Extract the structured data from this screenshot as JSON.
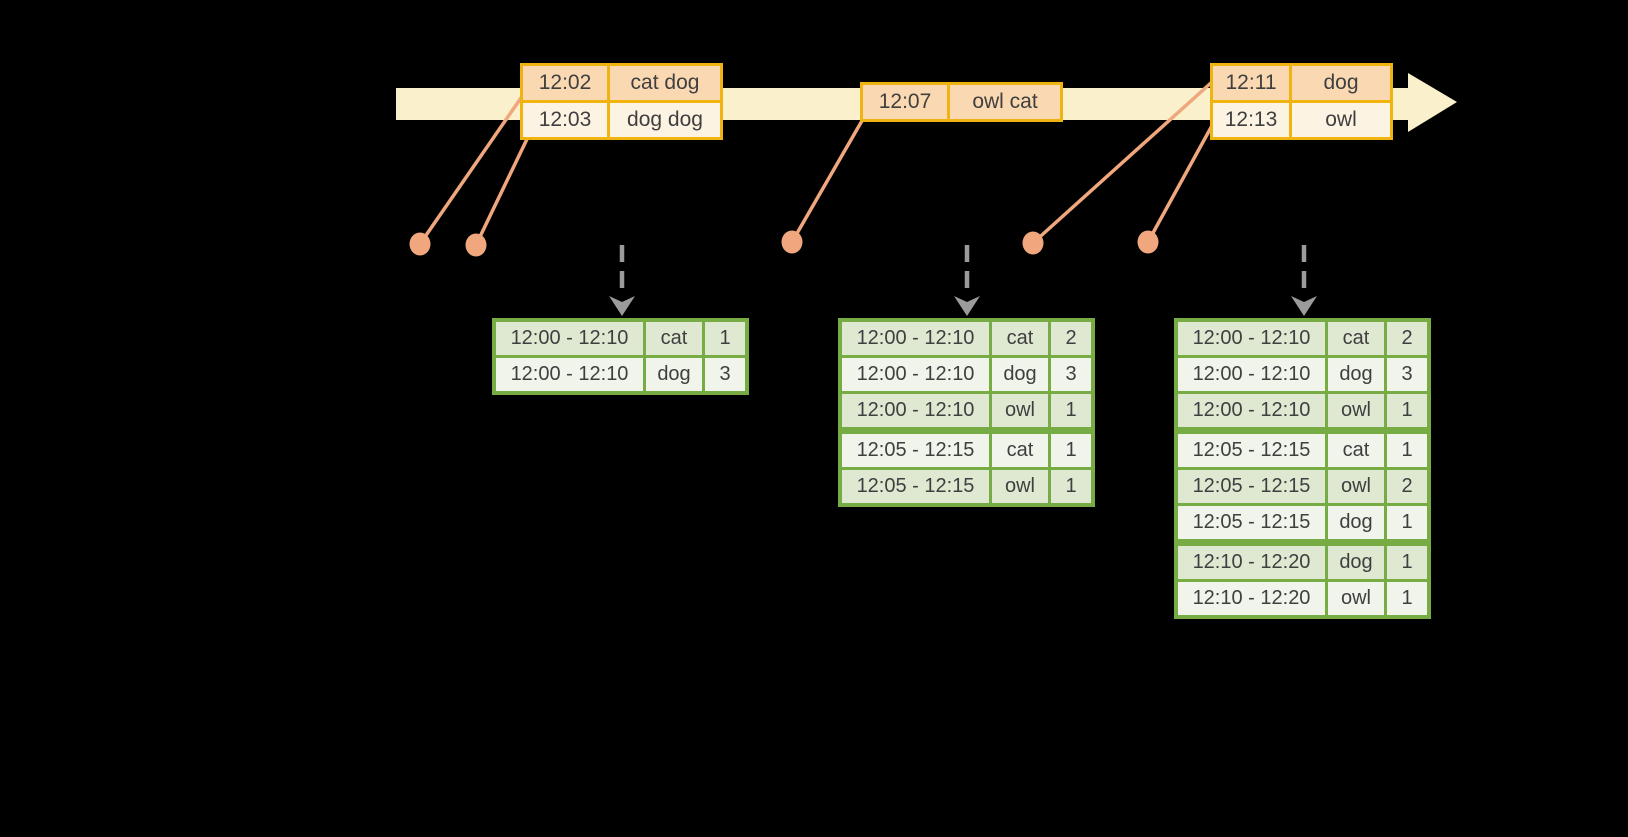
{
  "timeline": {
    "batches": [
      {
        "rows": [
          {
            "time": "12:02",
            "words": "cat dog"
          },
          {
            "time": "12:03",
            "words": "dog dog"
          }
        ]
      },
      {
        "rows": [
          {
            "time": "12:07",
            "words": "owl cat"
          }
        ]
      },
      {
        "rows": [
          {
            "time": "12:11",
            "words": "dog"
          },
          {
            "time": "12:13",
            "words": "owl"
          }
        ]
      }
    ]
  },
  "results": {
    "tables": [
      {
        "rows": [
          {
            "window": "12:00 - 12:10",
            "word": "cat",
            "count": "1"
          },
          {
            "window": "12:00 - 12:10",
            "word": "dog",
            "count": "3"
          }
        ]
      },
      {
        "rows": [
          {
            "window": "12:00 - 12:10",
            "word": "cat",
            "count": "2"
          },
          {
            "window": "12:00 - 12:10",
            "word": "dog",
            "count": "3"
          },
          {
            "window": "12:00 - 12:10",
            "word": "owl",
            "count": "1"
          },
          {
            "window": "12:05 - 12:15",
            "word": "cat",
            "count": "1"
          },
          {
            "window": "12:05 - 12:15",
            "word": "owl",
            "count": "1"
          }
        ]
      },
      {
        "rows": [
          {
            "window": "12:00 - 12:10",
            "word": "cat",
            "count": "2"
          },
          {
            "window": "12:00 - 12:10",
            "word": "dog",
            "count": "3"
          },
          {
            "window": "12:00 - 12:10",
            "word": "owl",
            "count": "1"
          },
          {
            "window": "12:05 - 12:15",
            "word": "cat",
            "count": "1"
          },
          {
            "window": "12:05 - 12:15",
            "word": "owl",
            "count": "2"
          },
          {
            "window": "12:05 - 12:15",
            "word": "dog",
            "count": "1"
          },
          {
            "window": "12:10 - 12:20",
            "word": "dog",
            "count": "1"
          },
          {
            "window": "12:10 - 12:20",
            "word": "owl",
            "count": "1"
          }
        ]
      }
    ]
  },
  "icons": {
    "timeline_arrow": "right-arrow",
    "trigger_arrow": "dashed-down-arrow",
    "event_marker": "dot"
  },
  "colors": {
    "background": "#000000",
    "timeline_band": "#FAF0CB",
    "event_table_border": "#F0B411",
    "event_row_dark": "#FAD9B2",
    "event_row_light": "#FDF3E2",
    "connector": "#F0A77D",
    "trigger_arrow": "#9B9B9B",
    "result_table_border": "#76AC43",
    "result_row_dark": "#DFE9D2",
    "result_row_light": "#F0F4EA",
    "text": "#3F3F3F"
  }
}
